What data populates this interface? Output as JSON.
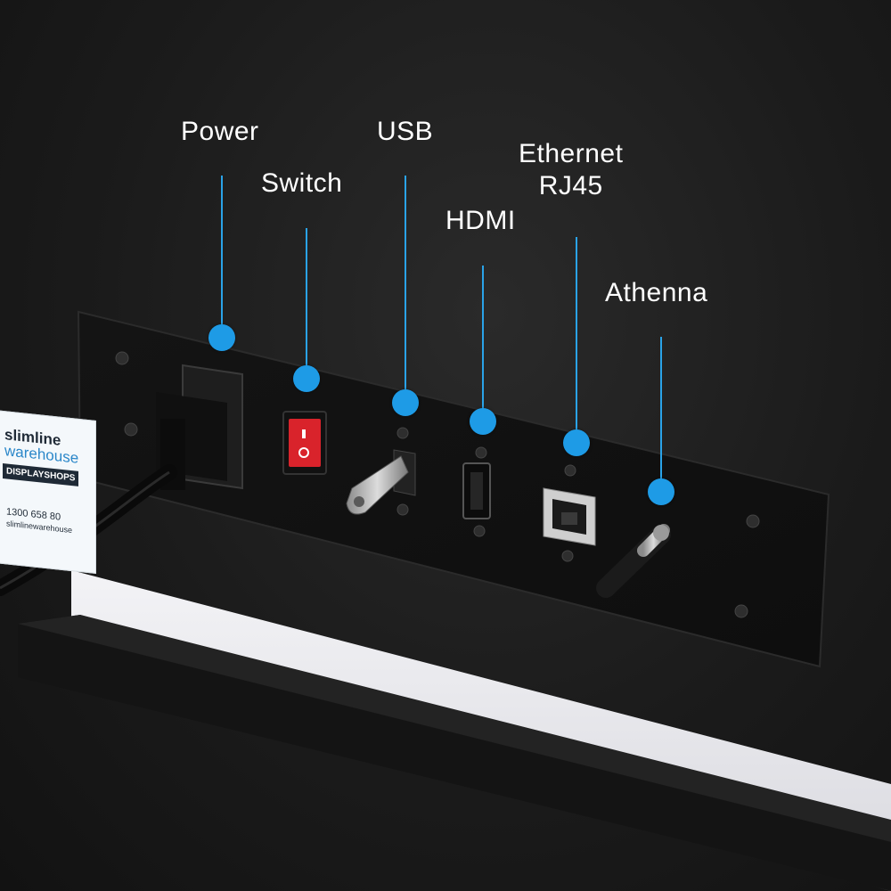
{
  "callouts": {
    "power": "Power",
    "switch": "Switch",
    "usb": "USB",
    "hdmi": "HDMI",
    "ethernet_line1": "Ethernet",
    "ethernet_line2": "RJ45",
    "antenna": "Athenna"
  },
  "sticker": {
    "line1": "slimline",
    "line2": "warehouse",
    "line3": "DISPLAYSHOPS",
    "phone": "1300 658 80",
    "web": "slimlinewarehouse"
  },
  "colors": {
    "callout_accent": "#1e9be6",
    "switch_red": "#d9232b",
    "cabinet_black": "#1b1b1b",
    "light_panel": "#e9e9ec"
  }
}
